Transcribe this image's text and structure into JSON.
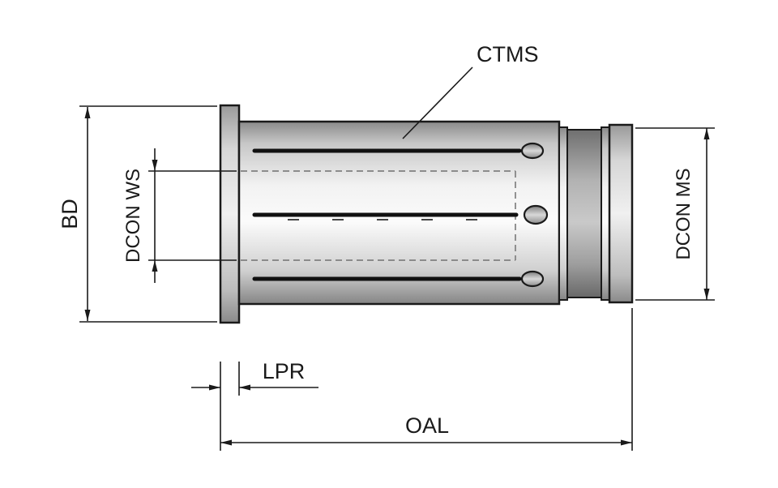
{
  "diagram": {
    "labels": {
      "ctms": "CTMS",
      "bd": "BD",
      "dcon_ws": "DCON WS",
      "dcon_ms": "DCON MS",
      "lpr": "LPR",
      "oal": "OAL"
    },
    "colors": {
      "background": "#ffffff",
      "outline": "#1a1a1a",
      "dashed_line": "#808080",
      "body_light": "#fbfbfb",
      "body_mid": "#cfcfcf",
      "body_dark": "#858585",
      "collar_dark": "#6f6f6f",
      "slot_hole": "#bfbfbf"
    }
  }
}
